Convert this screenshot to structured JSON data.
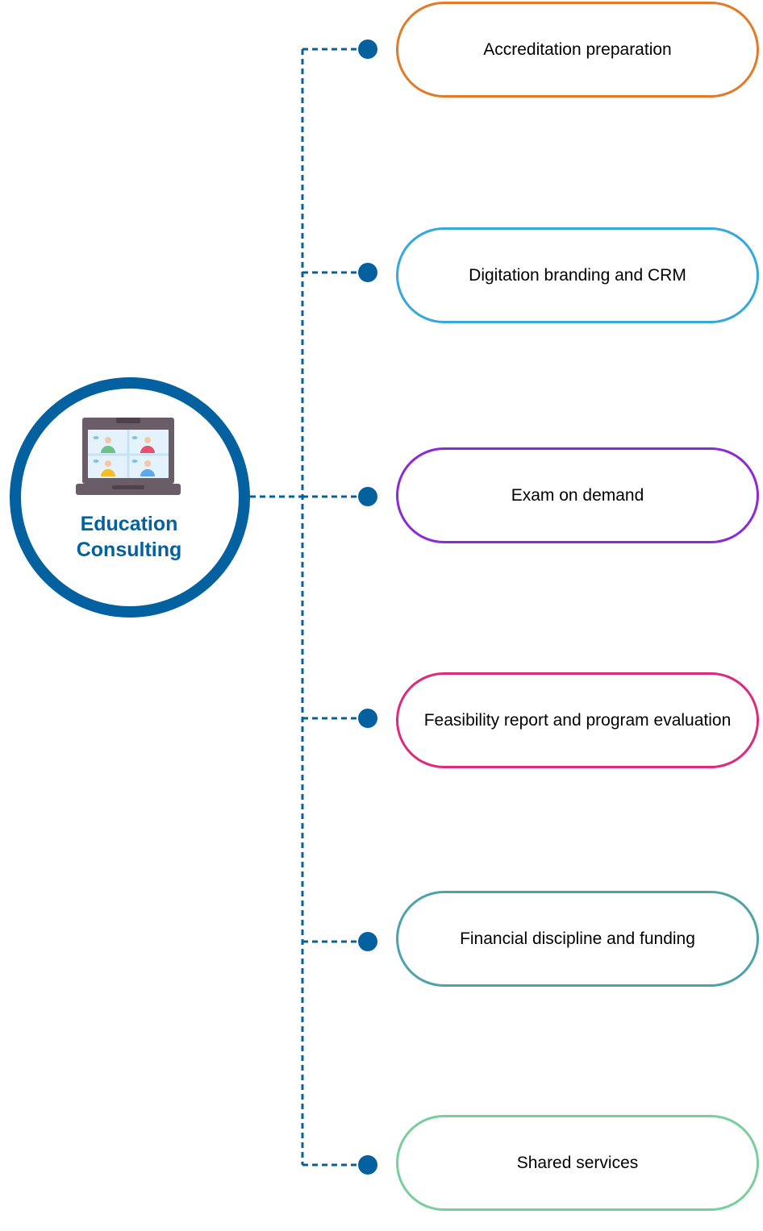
{
  "hub": {
    "title_line1": "Education",
    "title_line2": "Consulting",
    "icon": "laptop-video-call-icon",
    "color": "#04619f"
  },
  "connector_color": "#04619f",
  "services": [
    {
      "label": "Accreditation preparation",
      "border_color": "#e07b2a"
    },
    {
      "label": "Digitation branding and CRM",
      "border_color": "#35a8db"
    },
    {
      "label": "Exam on demand",
      "border_color": "#8a2bd4"
    },
    {
      "label": "Feasibility report and program evaluation",
      "border_color": "#dc2a7d"
    },
    {
      "label": "Financial discipline and funding",
      "border_color": "#4fa3a8"
    },
    {
      "label": "Shared services",
      "border_color": "#79cf9b"
    }
  ]
}
